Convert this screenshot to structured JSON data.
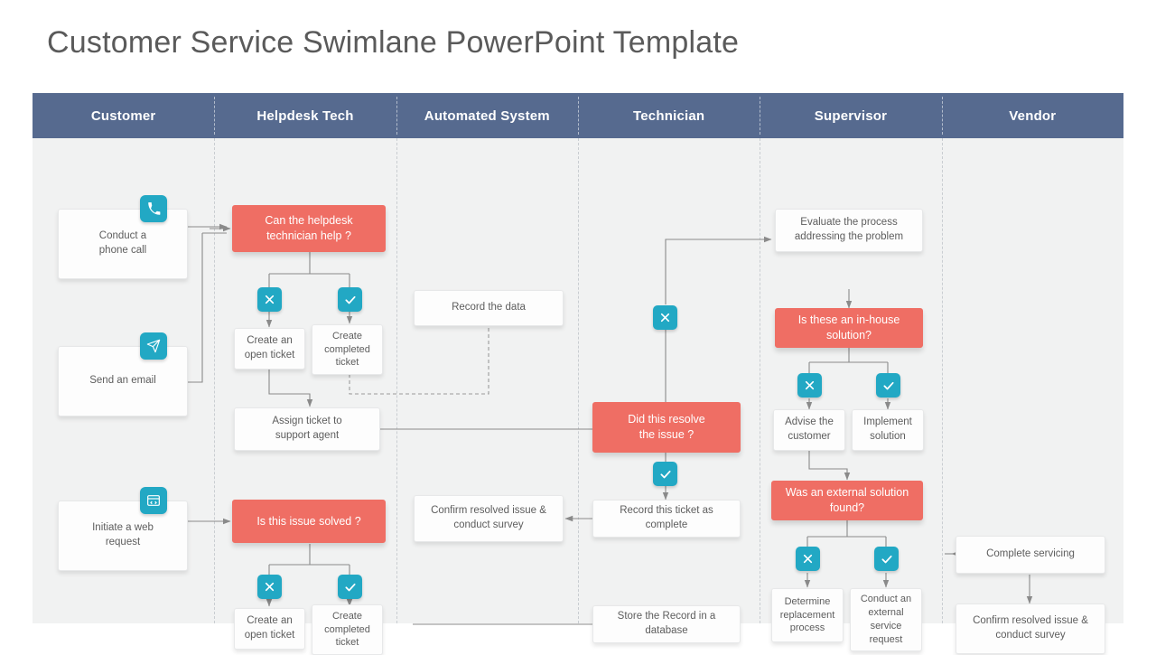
{
  "page": {
    "title": "Customer Service Swimlane PowerPoint Template"
  },
  "theme": {
    "header_bg": "#566a8f",
    "lane_bg": "#f1f2f2",
    "node_bg": "#fdfdfd",
    "decision_red": "#ef6e64",
    "badge_teal": "#22a8c4",
    "text_gray": "#5d5d5d",
    "title_gray": "#5a5a5a",
    "connector_gray": "#8a8a8a"
  },
  "lanes": [
    {
      "id": "customer",
      "label": "Customer"
    },
    {
      "id": "helpdesk",
      "label": "Helpdesk Tech"
    },
    {
      "id": "automated",
      "label": "Automated System"
    },
    {
      "id": "technician",
      "label": "Technician"
    },
    {
      "id": "supervisor",
      "label": "Supervisor"
    },
    {
      "id": "vendor",
      "label": "Vendor"
    }
  ],
  "nodes": {
    "conduct_phone_call": {
      "label": "Conduct a\nphone call",
      "lane": "customer",
      "icon": "phone-icon"
    },
    "send_an_email": {
      "label": "Send an email",
      "lane": "customer",
      "icon": "paper-plane-icon"
    },
    "initiate_web_request": {
      "label": "Initiate a web\nrequest",
      "lane": "customer",
      "icon": "browser-window-icon"
    },
    "can_helpdesk_help": {
      "label": "Can the helpdesk\ntechnician help ?",
      "lane": "helpdesk",
      "type": "decision"
    },
    "create_open_ticket_1": {
      "label": "Create an\nopen ticket",
      "lane": "helpdesk"
    },
    "create_completed_ticket_1": {
      "label": "Create\ncompleted\nticket",
      "lane": "helpdesk"
    },
    "assign_ticket": {
      "label": "Assign ticket to\nsupport agent",
      "lane": "helpdesk"
    },
    "is_issue_solved": {
      "label": "Is this issue solved ?",
      "lane": "helpdesk",
      "type": "decision"
    },
    "create_open_ticket_2": {
      "label": "Create an\nopen ticket",
      "lane": "helpdesk"
    },
    "create_completed_ticket_2": {
      "label": "Create\ncompleted\nticket",
      "lane": "helpdesk"
    },
    "record_the_data": {
      "label": "Record the data",
      "lane": "automated"
    },
    "confirm_resolved_survey_auto": {
      "label": "Confirm resolved issue &\nconduct survey",
      "lane": "automated"
    },
    "did_this_resolve": {
      "label": "Did this resolve\nthe issue ?",
      "lane": "technician",
      "type": "decision"
    },
    "record_ticket_complete": {
      "label": "Record this ticket as\ncomplete",
      "lane": "technician"
    },
    "store_record_db": {
      "label": "Store the Record in a\ndatabase",
      "lane": "technician"
    },
    "evaluate_process": {
      "label": "Evaluate the process\naddressing the problem",
      "lane": "supervisor"
    },
    "is_in_house": {
      "label": "Is these an in-house\nsolution?",
      "lane": "supervisor",
      "type": "decision"
    },
    "advise_customer": {
      "label": "Advise the\ncustomer",
      "lane": "supervisor"
    },
    "implement_solution": {
      "label": "Implement\nsolution",
      "lane": "supervisor"
    },
    "external_solution_found": {
      "label": "Was an external solution\nfound?",
      "lane": "supervisor",
      "type": "decision"
    },
    "determine_replacement": {
      "label": "Determine\nreplacement\nprocess",
      "lane": "supervisor"
    },
    "conduct_external_request": {
      "label": "Conduct an\nexternal\nservice\nrequest",
      "lane": "supervisor"
    },
    "complete_servicing": {
      "label": "Complete servicing",
      "lane": "vendor"
    },
    "confirm_resolved_survey_vendor": {
      "label": "Confirm resolved issue &\nconduct survey",
      "lane": "vendor"
    }
  },
  "badges": {
    "no": "cross-icon",
    "yes": "check-icon"
  }
}
